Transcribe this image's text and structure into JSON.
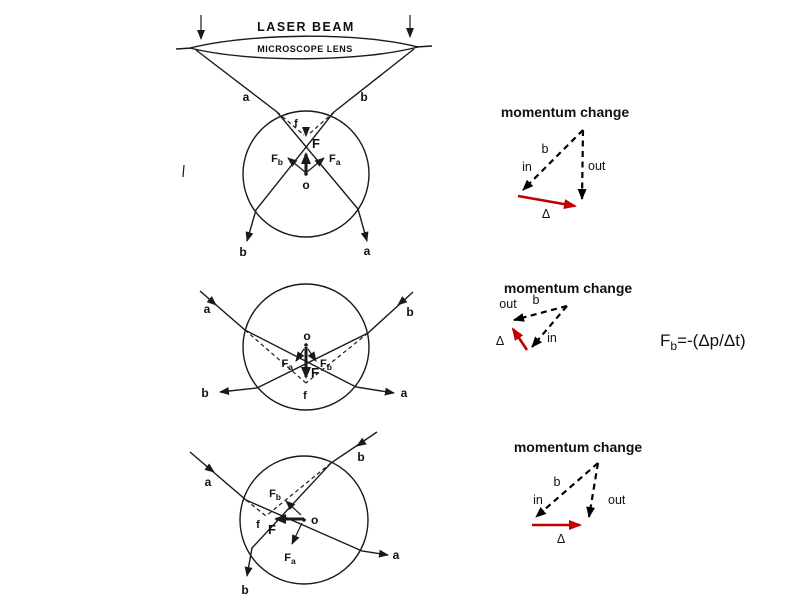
{
  "colors": {
    "red": "#c00000",
    "ink": "#1a1a1a"
  },
  "lens_diagram": {
    "laser_beam_label": "LASER BEAM",
    "microscope_lens_label": "MICROSCOPE LENS"
  },
  "labels": {
    "a": "a",
    "b": "b",
    "f": "f",
    "o": "o",
    "F": "F"
  },
  "momentum": {
    "title": "momentum change",
    "in": "in",
    "out": "out",
    "b": "b",
    "delta": "Δ"
  },
  "formula": {
    "base": "F",
    "sub": "b",
    "rest": "=-(Δp/Δt)"
  }
}
